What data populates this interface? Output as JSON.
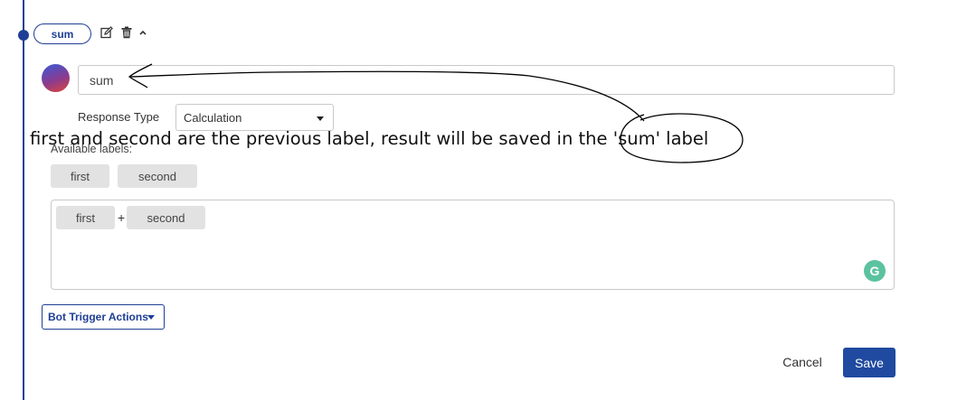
{
  "label_pill": "sum",
  "name_input": {
    "value": "sum"
  },
  "response_type": {
    "label": "Response Type",
    "selected": "Calculation"
  },
  "annotation": "first and second are the previous label, result will be saved in the 'sum' label",
  "available_labels": {
    "title": "Available labels:",
    "chips": [
      "first",
      "second"
    ]
  },
  "calculation": {
    "left": "first",
    "operator": "+",
    "right": "second"
  },
  "grammarly_letter": "G",
  "buttons": {
    "bot_trigger": "Bot Trigger Actions",
    "cancel": "Cancel",
    "save": "Save"
  },
  "colors": {
    "primary": "#1f3f95",
    "save_bg": "#1f4aa0",
    "chip_bg": "#e2e2e2",
    "grammarly": "#5bc2a0"
  },
  "icons": [
    "edit-icon",
    "trash-icon",
    "chevron-up-icon"
  ]
}
